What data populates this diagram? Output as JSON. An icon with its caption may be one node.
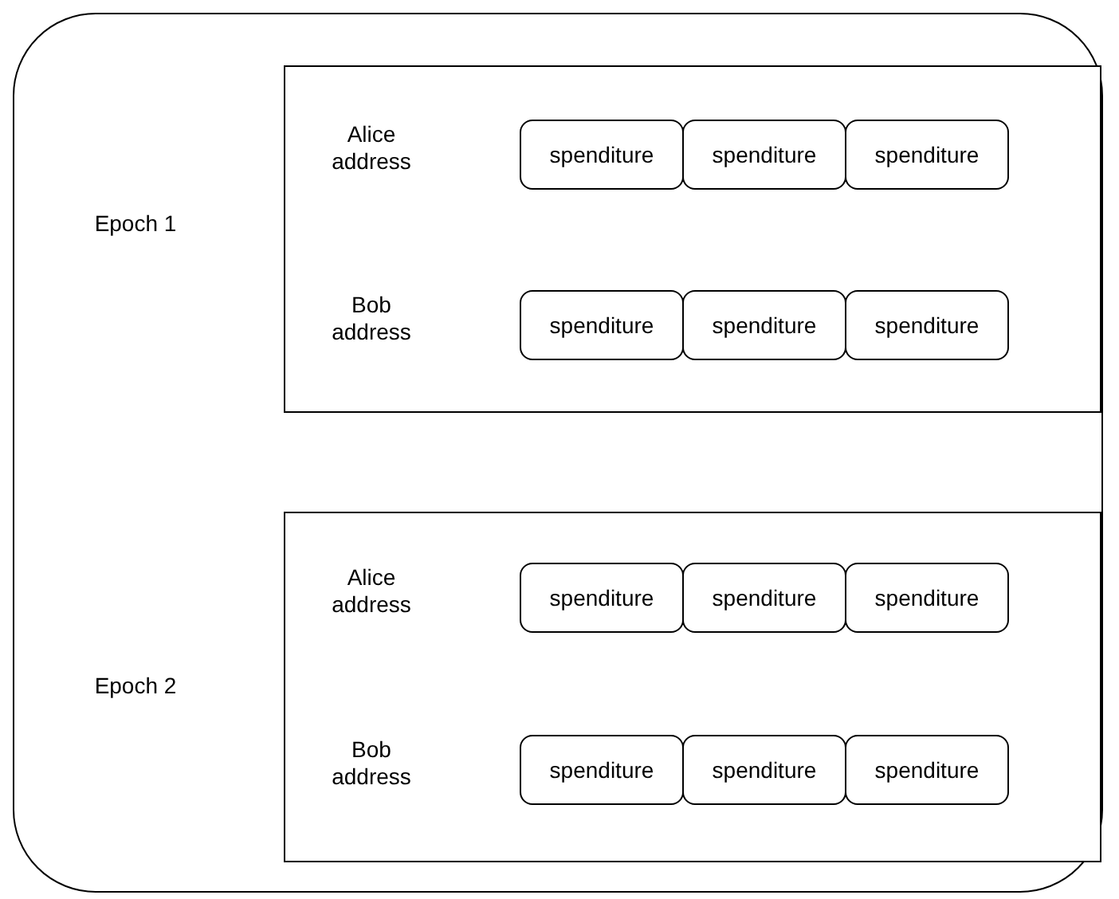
{
  "diagram": {
    "nodes": [
      {
        "text": [],
        "shape": "box"
      },
      {
        "text": [],
        "shape": "box",
        "in": 0
      },
      {
        "text": [
          "spenditure"
        ],
        "in": 1
      },
      {
        "text": [
          "spenditure"
        ],
        "in": 1
      },
      {
        "text": [
          "spenditure"
        ],
        "in": 1
      },
      {
        "text": [
          "spenditure"
        ],
        "in": 1
      },
      {
        "text": [
          "spenditure"
        ],
        "in": 1
      },
      {
        "text": [
          "spenditure"
        ],
        "in": 1
      },
      {
        "text": [],
        "shape": "box",
        "in": 0
      },
      {
        "text": [
          "spenditure"
        ],
        "in": 8
      },
      {
        "text": [
          "spenditure"
        ],
        "in": 8
      },
      {
        "text": [
          "spenditure"
        ],
        "in": 8
      },
      {
        "text": [
          "spenditure"
        ],
        "in": 8
      },
      {
        "text": [
          "spenditure"
        ],
        "in": 8
      },
      {
        "text": [
          "spenditure"
        ],
        "in": 8
      }
    ],
    "labels": [
      "Alice address",
      "Epoch 1",
      "Bob address",
      "Alice address",
      "Epoch 2",
      "Bob address"
    ]
  }
}
